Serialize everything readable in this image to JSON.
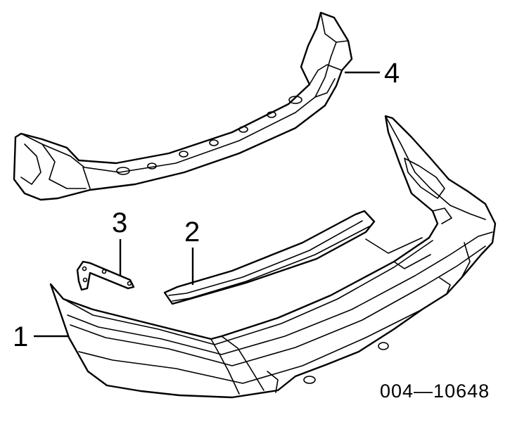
{
  "callouts": {
    "one": "1",
    "two": "2",
    "three": "3",
    "four": "4"
  },
  "diagram_number": "004—10648"
}
